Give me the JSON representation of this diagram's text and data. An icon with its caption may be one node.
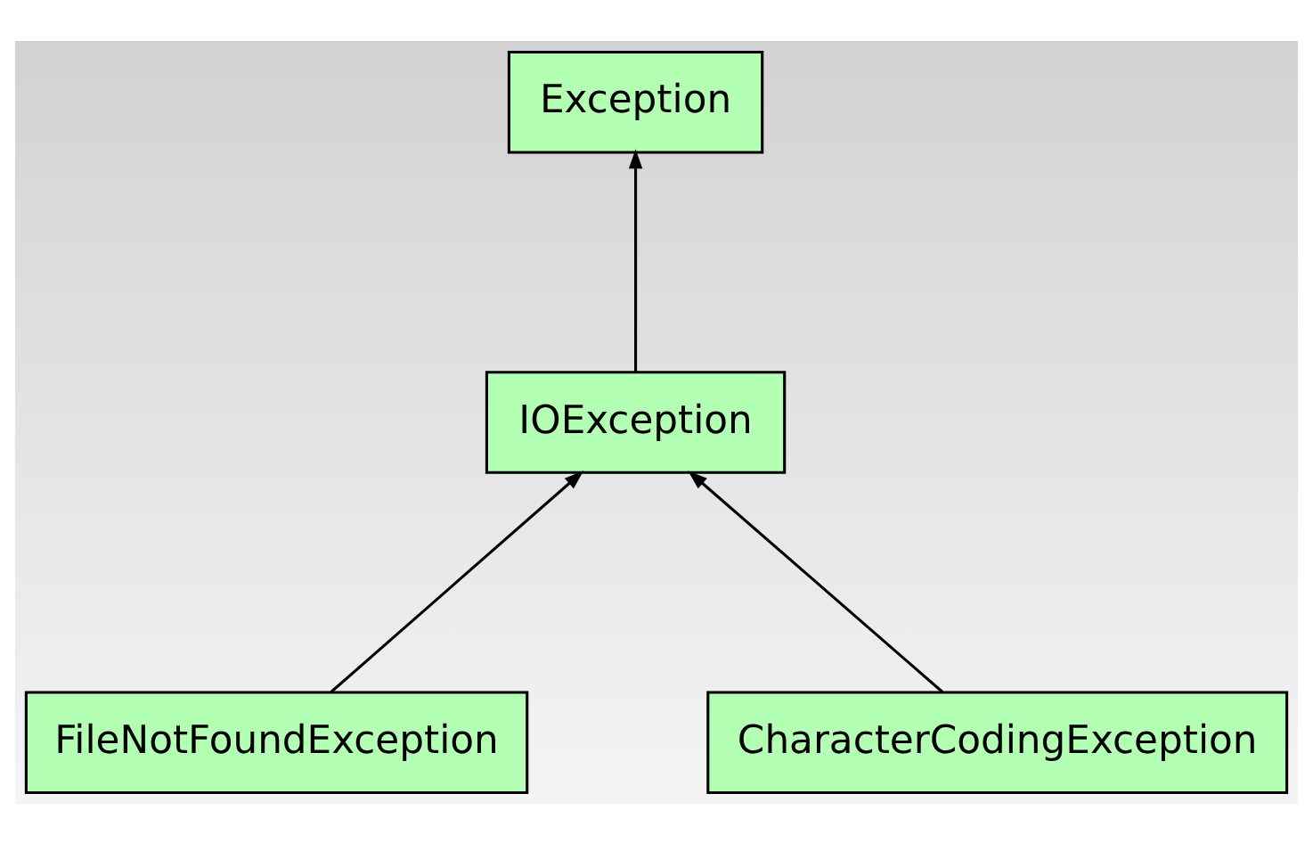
{
  "diagram": {
    "nodes": [
      {
        "text": [
          "Exception"
        ]
      },
      {
        "text": [
          "IOException"
        ]
      },
      {
        "text": [
          "FileNotFoundException"
        ]
      },
      {
        "text": [
          "CharacterCodingException"
        ]
      }
    ],
    "edges": [
      {
        "from": 1,
        "to": 0,
        "arrow": "to"
      },
      {
        "from": 2,
        "to": 1,
        "arrow": "to"
      },
      {
        "from": 3,
        "to": 1,
        "arrow": "to"
      }
    ]
  }
}
